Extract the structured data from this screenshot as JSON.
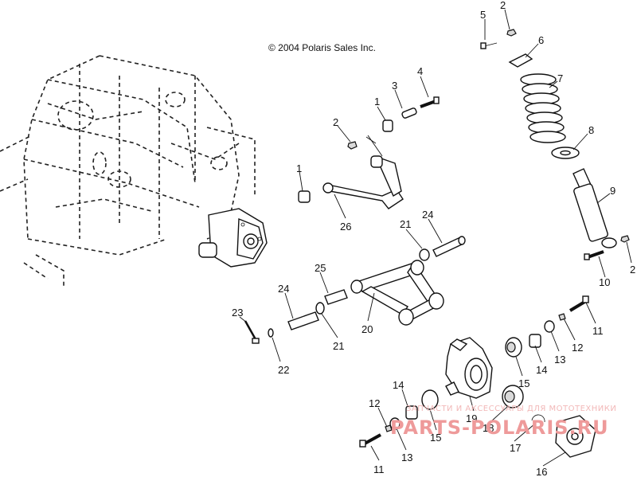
{
  "copyright": "© 2004 Polaris Sales Inc.",
  "watermark": {
    "line1": "ЗАПЧАСТИ И АКСЕССУАРЫ ДЛЯ МОТОТЕХНИКИ",
    "line2": "PARTS-POLARIS.RU"
  },
  "callouts": {
    "c5": "5",
    "c2a": "2",
    "c6": "6",
    "c7": "7",
    "c8": "8",
    "c9": "9",
    "c2b": "2",
    "c10": "10",
    "c3": "3",
    "c4": "4",
    "c1a": "1",
    "c2c": "2",
    "c1b": "1",
    "c26": "26",
    "c21a": "21",
    "c24a": "24",
    "c25": "25",
    "c24b": "24",
    "c23": "23",
    "c22": "22",
    "c21b": "21",
    "c20": "20",
    "c11a": "11",
    "c12a": "12",
    "c13a": "13",
    "c14a": "14",
    "c15a": "15",
    "c14b": "14",
    "c12b": "12",
    "c19": "19",
    "c15b": "15",
    "c18": "18",
    "c13b": "13",
    "c17": "17",
    "c11b": "11",
    "c16": "16"
  }
}
